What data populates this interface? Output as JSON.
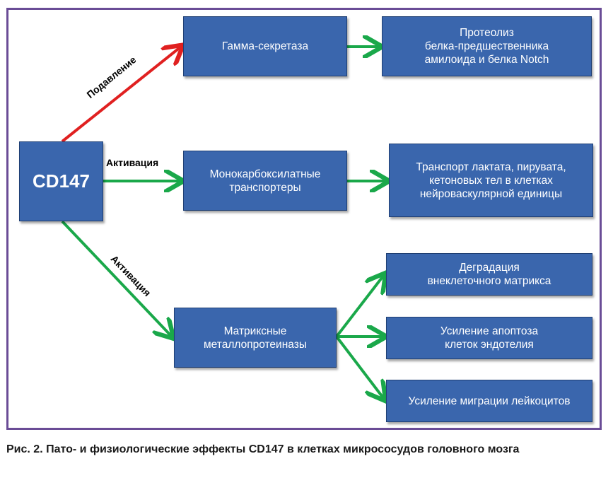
{
  "diagram": {
    "source": {
      "label": "CD147"
    },
    "targets": {
      "gamma": {
        "label": "Гамма-секретаза"
      },
      "mct": {
        "label": "Монокарбоксилатные\nтранспортеры"
      },
      "mmp": {
        "label": "Матриксные\nметаллопротеиназы"
      }
    },
    "effects": {
      "proteolysis": {
        "label": "Протеолиз\nбелка-предшественника\nамилоида и белка Notch"
      },
      "transport": {
        "label": "Транспорт лактата, пирувата,\nкетоновых тел в клетках\nнейроваскулярной единицы"
      },
      "degradation": {
        "label": "Деградация\nвнеклеточного матрикса"
      },
      "apoptosis": {
        "label": "Усиление апоптоза\nклеток эндотелия"
      },
      "migration": {
        "label": "Усиление миграции лейкоцитов"
      }
    },
    "edges": {
      "suppression": {
        "label": "Подавление",
        "color": "#e02020"
      },
      "activation_mct": {
        "label": "Активация",
        "color": "#1aa84a"
      },
      "activation_mmp": {
        "label": "Активация",
        "color": "#1aa84a"
      }
    },
    "colors": {
      "box": "#3a66ad",
      "frame": "#6a4c96",
      "suppress": "#e02020",
      "activate": "#1aa84a"
    }
  },
  "caption": "Рис. 2. Пато- и физиологические эффекты CD147 в клетках микрососудов головного мозга"
}
